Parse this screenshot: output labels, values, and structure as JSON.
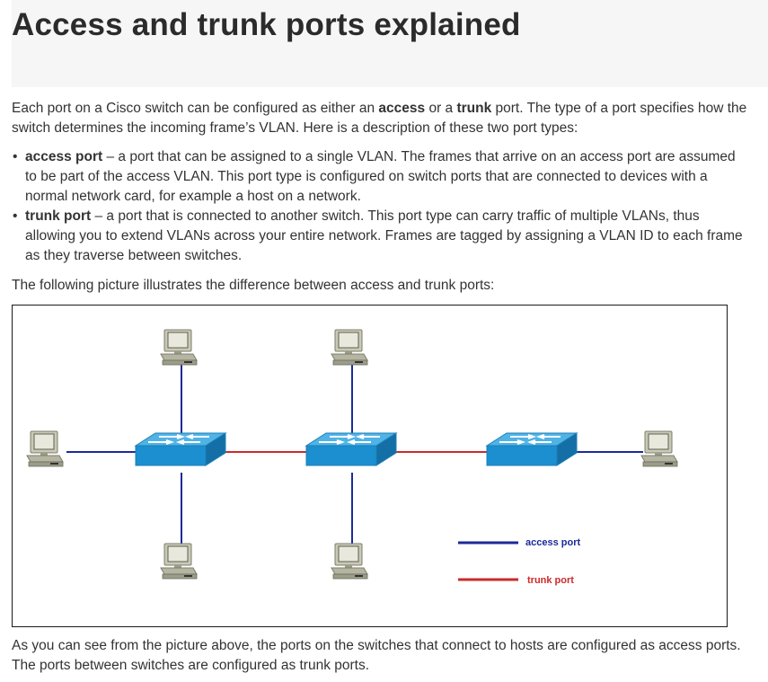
{
  "page": {
    "title": "Access and trunk ports explained",
    "intro": {
      "line1_a": "Each port on a Cisco switch can be configured as either an ",
      "line1_access": "access",
      "line1_b": " or a ",
      "line1_trunk": "trunk",
      "line1_c": " port. The type of a port specifies how the",
      "line2": "switch determines the incoming frame’s VLAN. Here is a description of these two port types:"
    },
    "bullets": [
      {
        "term": "access port",
        "line1": " – a port that can be assigned to a single VLAN. The frames that arrive on an access port are assumed",
        "line2": "to be part of the access VLAN. This port type is configured on switch ports that are connected to devices with a",
        "line3": "normal network card, for example a host on a network."
      },
      {
        "term": "trunk port",
        "line1": " – a port that is connected to another switch. This port type can carry traffic of multiple VLANs, thus",
        "line2": "allowing you to extend VLANs across your entire network. Frames are tagged by assigning a VLAN ID to each frame",
        "line3": "as they traverse between switches."
      }
    ],
    "figure_lead": "The following picture illustrates the difference between access and trunk ports:",
    "outro": {
      "line1": "As you can see from the picture above, the ports on the switches that connect to hosts are configured as access ports.",
      "line2": "The ports between switches are configured as trunk ports."
    }
  },
  "diagram": {
    "legend": {
      "access_label": "access port",
      "trunk_label": "trunk port"
    },
    "colors": {
      "access_link": "#1c2a99",
      "trunk_link": "#cc2a2a",
      "switch_top": "#4fb3e6",
      "switch_front": "#1b8fcf",
      "switch_side": "#136fa6",
      "host_body": "#c9c9b6",
      "host_dark": "#7d7d6c",
      "legend_text": "#1c2a99"
    },
    "icons": [
      "switch-icon",
      "computer-icon"
    ]
  },
  "bullet_glyph": "•"
}
